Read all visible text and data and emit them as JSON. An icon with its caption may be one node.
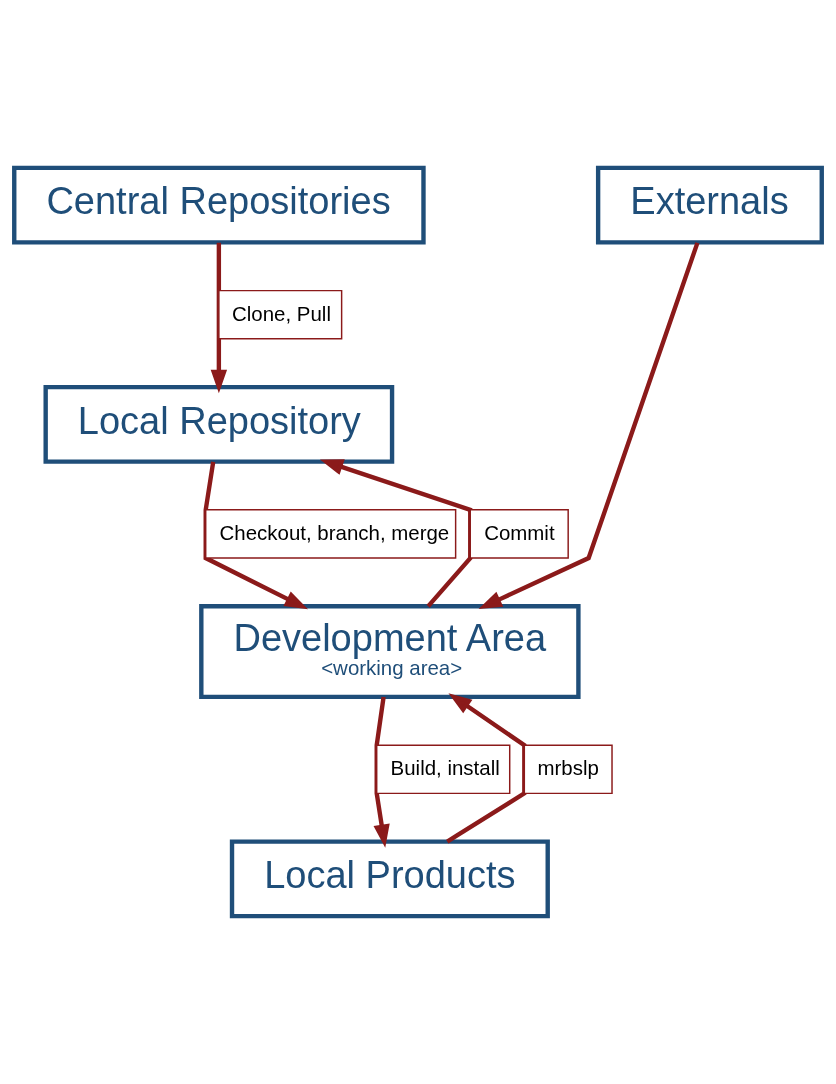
{
  "diagram": {
    "nodes": [
      {
        "text": [
          "Central Repositories"
        ]
      },
      {
        "text": [
          "Local Repository"
        ]
      },
      {
        "text": [
          "Externals"
        ]
      },
      {
        "text": [
          "Development Area",
          "<working area>"
        ]
      },
      {
        "text": [
          "Local Products"
        ]
      }
    ],
    "edges": [
      {
        "from": 0,
        "to": 1,
        "arrow": "to",
        "label": "Clone, Pull"
      },
      {
        "from": 1,
        "to": 3,
        "arrow": "to",
        "label": "Checkout, branch, merge"
      },
      {
        "from": 3,
        "to": 1,
        "arrow": "to",
        "label": "Commit"
      },
      {
        "from": 2,
        "to": 3,
        "arrow": "to"
      },
      {
        "from": 3,
        "to": 4,
        "arrow": "to",
        "label": "Build, install"
      },
      {
        "from": 4,
        "to": 3,
        "arrow": "to",
        "label": "mrbslp"
      }
    ]
  }
}
